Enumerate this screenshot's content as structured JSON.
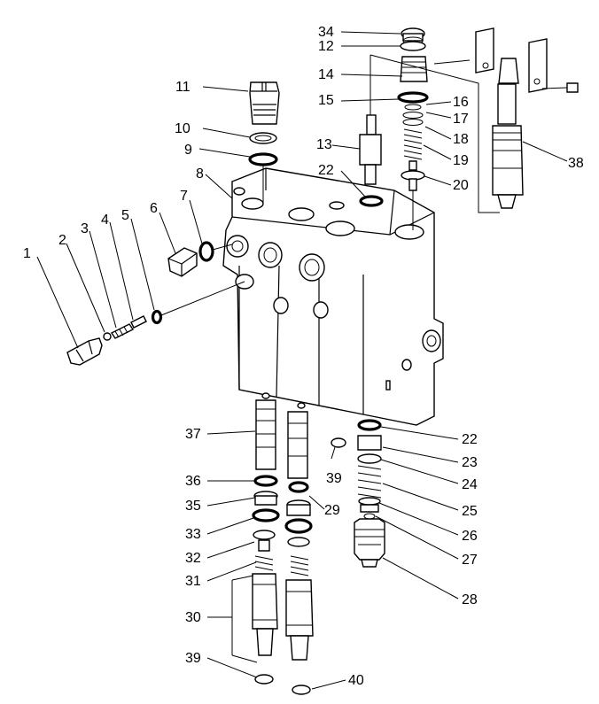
{
  "labels": [
    "1",
    "2",
    "3",
    "4",
    "5",
    "6",
    "7",
    "8",
    "9",
    "10",
    "11",
    "12",
    "13",
    "14",
    "15",
    "16",
    "17",
    "18",
    "19",
    "20",
    "22",
    "22",
    "23",
    "24",
    "25",
    "26",
    "27",
    "28",
    "29",
    "30",
    "31",
    "32",
    "33",
    "34",
    "35",
    "36",
    "37",
    "38",
    "39",
    "39",
    "40"
  ]
}
